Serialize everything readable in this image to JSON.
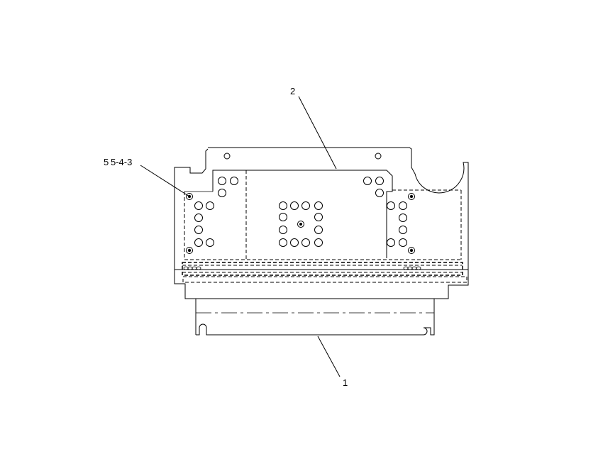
{
  "callouts": {
    "part_1": "1",
    "part_2": "2",
    "part_group": "5-4-3",
    "partial_prefix": "5"
  },
  "colors": {
    "line": "#000000",
    "background": "#ffffff"
  }
}
